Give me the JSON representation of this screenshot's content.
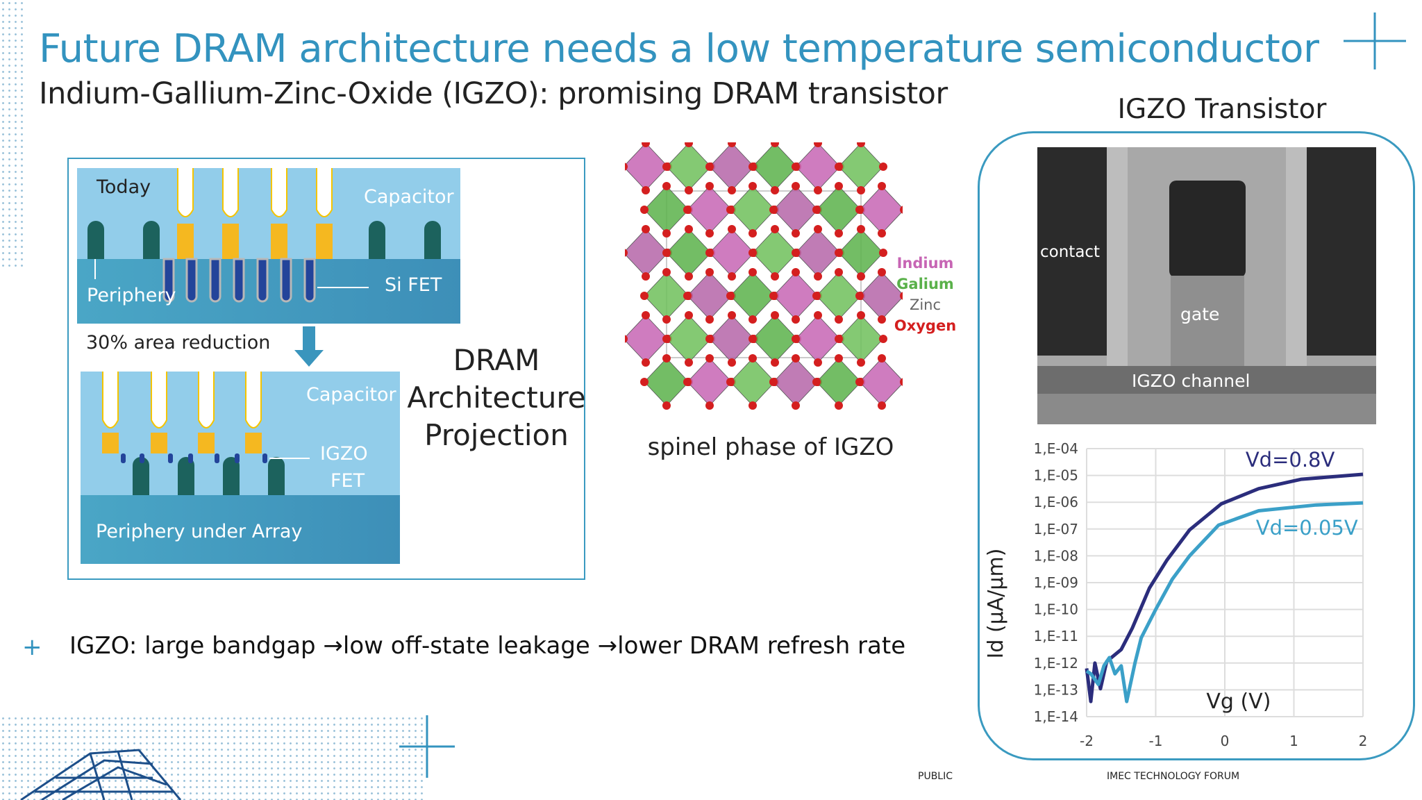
{
  "title": "Future DRAM architecture needs a low temperature semiconductor",
  "subtitle": "Indium-Gallium-Zinc-Oxide (IGZO): promising DRAM transistor",
  "architecture": {
    "today_label": "Today",
    "capacitor_top": "Capacitor",
    "periphery": "Periphery",
    "si_fet": "Si FET",
    "reduction": "30% area reduction",
    "capacitor_bottom": "Capacitor",
    "igzo_fet_line1": "IGZO",
    "igzo_fet_line2": "FET",
    "periphery_under_array": "Periphery under Array",
    "projection_lines": [
      "DRAM",
      "Architecture",
      "Projection"
    ]
  },
  "crystal": {
    "legend": [
      {
        "label": "Indium",
        "color": "#c765b4"
      },
      {
        "label": "Galium",
        "color": "#5ab14a"
      },
      {
        "label": "Zinc",
        "color": "#666666"
      },
      {
        "label": "Oxygen",
        "color": "#d41f1f"
      }
    ],
    "caption": "spinel phase of IGZO"
  },
  "transistor": {
    "title": "IGZO Transistor",
    "tem_labels": {
      "contact": "contact",
      "gate": "gate",
      "channel": "IGZO channel"
    }
  },
  "chart_data": {
    "type": "line",
    "xlabel": "Vg (V)",
    "ylabel": "Id (µA/µm)",
    "y_scale": "log",
    "xlim": [
      -2,
      2
    ],
    "ylim": [
      1e-14,
      0.0001
    ],
    "x_ticks": [
      "-2",
      "-1",
      "0",
      "1",
      "2"
    ],
    "y_ticks": [
      "1,E-04",
      "1,E-05",
      "1,E-06",
      "1,E-07",
      "1,E-08",
      "1,E-09",
      "1,E-10",
      "1,E-11",
      "1,E-12",
      "1,E-13",
      "1,E-14"
    ],
    "grid": true,
    "series": [
      {
        "name": "Vd=0.8V",
        "color": "#2b2d7c",
        "x": [
          -2,
          -1.94,
          -1.88,
          -1.8,
          -1.71,
          -1.5,
          -1.34,
          -1.09,
          -0.84,
          -0.51,
          -0.05,
          0.49,
          1.11,
          2
        ],
        "y": [
          6.3e-13,
          3.7e-14,
          1e-12,
          1.1e-13,
          1.15e-12,
          3.2e-12,
          2e-11,
          6.3e-10,
          6.8e-09,
          9.3e-08,
          8.7e-07,
          3.2e-06,
          7.2e-06,
          1.1e-05
        ]
      },
      {
        "name": "Vd=0.05V",
        "color": "#3ba0c8",
        "x": [
          -2,
          -1.94,
          -1.83,
          -1.75,
          -1.67,
          -1.59,
          -1.5,
          -1.42,
          -1.3,
          -1.21,
          -1.0,
          -0.76,
          -0.51,
          -0.09,
          0.49,
          1.32,
          2
        ],
        "y": [
          5e-13,
          4e-13,
          1.6e-13,
          7.9e-13,
          1.6e-12,
          4e-13,
          7.9e-13,
          3.7e-14,
          1e-12,
          8.7e-12,
          1e-10,
          1.35e-09,
          1e-08,
          1.4e-07,
          4.8e-07,
          7.9e-07,
          9.5e-07
        ]
      }
    ]
  },
  "bullet": "IGZO: large bandgap →low off-state leakage →lower DRAM refresh rate",
  "footer": {
    "classification": "PUBLIC",
    "event": "IMEC TECHNOLOGY FORUM"
  },
  "colors": {
    "accent": "#3393bf"
  }
}
